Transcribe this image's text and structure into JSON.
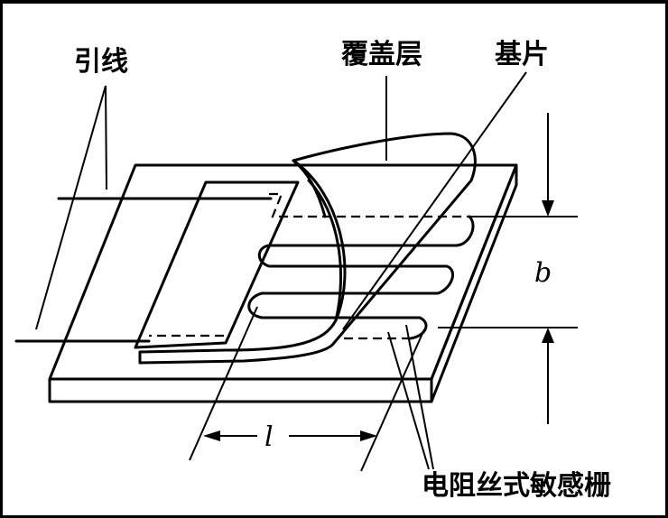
{
  "labels": {
    "lead_wires": "引线",
    "cover_layer": "覆盖层",
    "substrate": "基片",
    "sensitive_grid": "电阻丝式敏感栅",
    "dim_width": "b",
    "dim_length": "l"
  }
}
